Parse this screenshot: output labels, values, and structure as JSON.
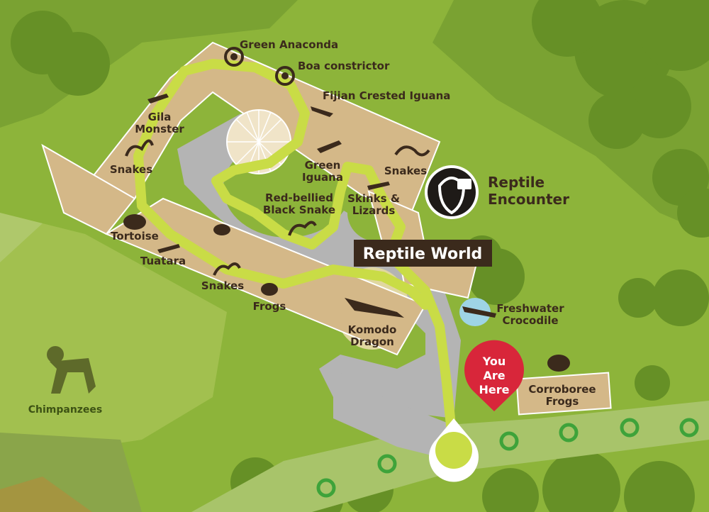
{
  "map": {
    "title": "Reptile World",
    "encounter_line1": "Reptile",
    "encounter_line2": "Encounter",
    "you_are_here": [
      "You",
      "Are",
      "Here"
    ],
    "labels": {
      "green_anaconda": "Green Anaconda",
      "boa_constrictor": "Boa constrictor",
      "fijian_crested_iguana": "Fijian Crested Iguana",
      "gila_monster_1": "Gila",
      "gila_monster_2": "Monster",
      "snakes_left": "Snakes",
      "green_iguana_1": "Green",
      "green_iguana_2": "Iguana",
      "snakes_right": "Snakes",
      "red_bellied_1": "Red-bellied",
      "red_bellied_2": "Black Snake",
      "skinks_1": "Skinks &",
      "skinks_2": "Lizards",
      "tortoise": "Tortoise",
      "tuatara": "Tuatara",
      "snakes_bottom": "Snakes",
      "frogs": "Frogs",
      "komodo_1": "Komodo",
      "komodo_2": "Dragon",
      "croc_1": "Freshwater",
      "croc_2": "Crocodile",
      "corroboree_1": "Corroboree",
      "corroboree_2": "Frogs",
      "chimpanzees": "Chimpanzees"
    },
    "colors": {
      "grass": "#8db43a",
      "dark_grass": "#6f9a2c",
      "building": "#d4b888",
      "path": "#c9dc46",
      "title_bg": "#3b2a1c",
      "pin": "#d8263a"
    }
  }
}
